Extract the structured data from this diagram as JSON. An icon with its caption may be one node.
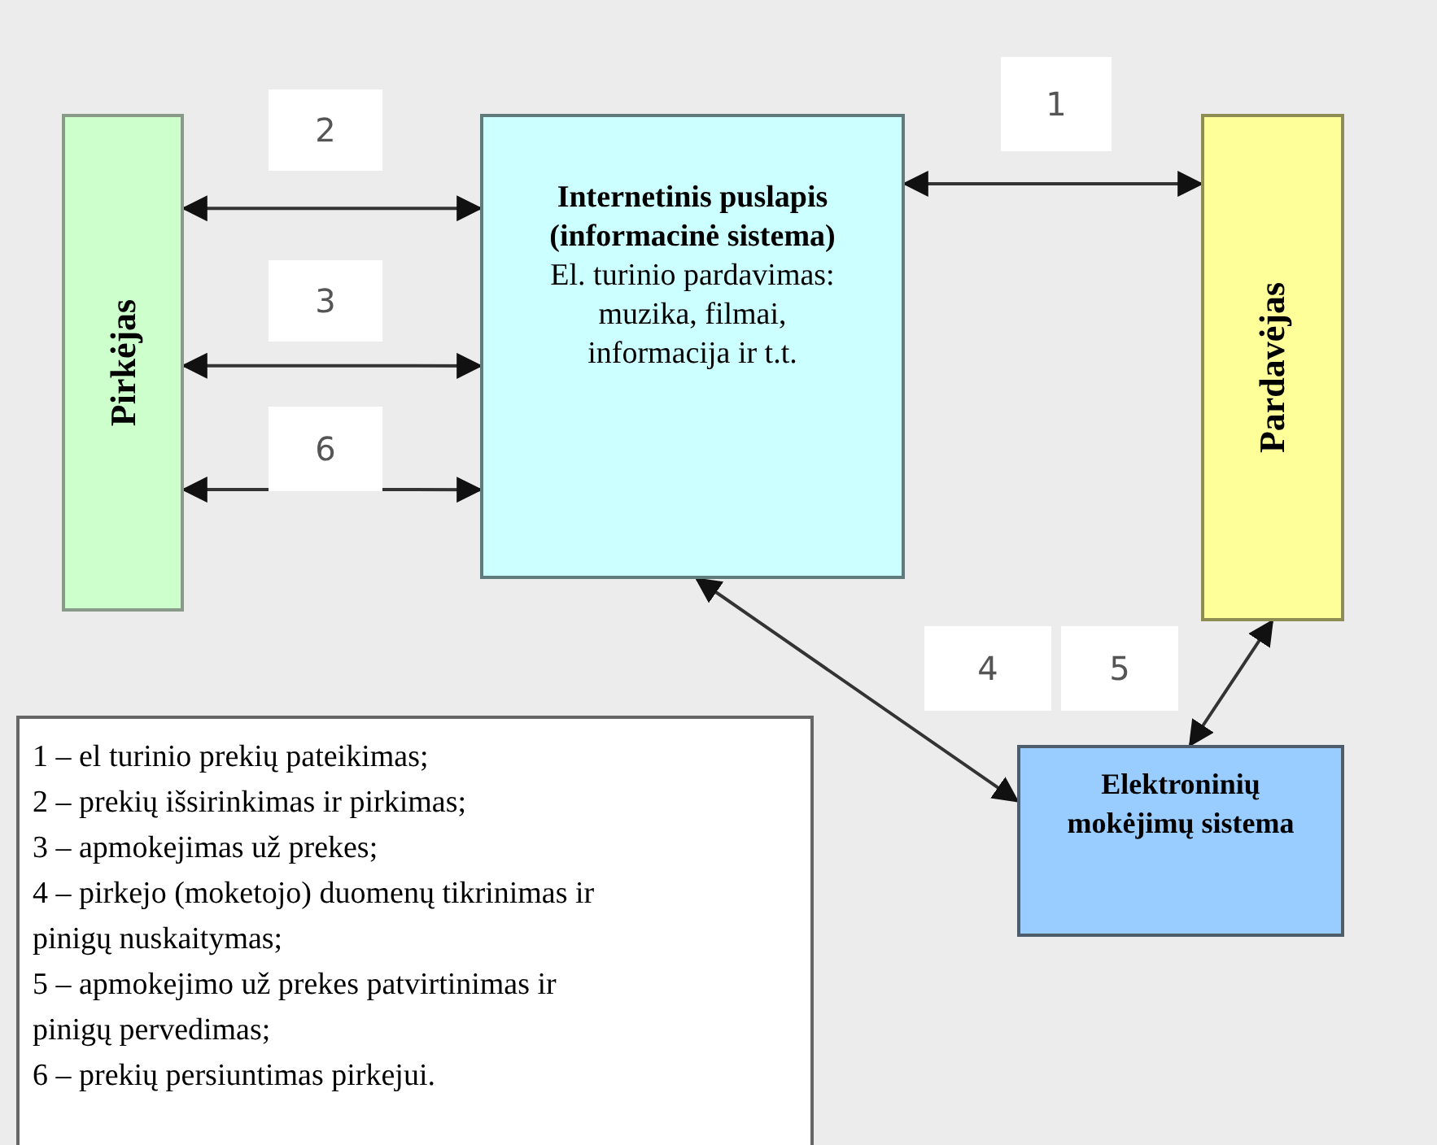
{
  "diagram": {
    "nodes": [
      {
        "text": [
          "Pirkėjas"
        ]
      },
      {
        "text": [
          "Internetinis puslapis (informacinė sistema)",
          "El. turinio pardavimas: muzika, filmai, informacija ir t.t."
        ]
      },
      {
        "text": [
          "Pardavėjas"
        ]
      },
      {
        "text": [
          "Elektroninių mokėjimų sistema"
        ]
      },
      {
        "text": [
          "1 – el turinio prekių pateikimas;",
          "2 – prekių išsirinkimas ir pirkimas;",
          "3 – apmokejimas už prekes;",
          "4 – pirkejo (moketojo) duomenų tikrinimas ir pinigų nuskaitymas;",
          "5 – apmokejimo už prekes patvirtinimas ir pinigų pervedimas;",
          "6 – prekių persiuntimas pirkejui."
        ]
      }
    ],
    "edges": [
      {
        "from": 0,
        "to": 1,
        "arrow": "both"
      },
      {
        "from": 0,
        "to": 1,
        "arrow": "both"
      },
      {
        "from": 0,
        "to": 1,
        "arrow": "both"
      },
      {
        "from": 1,
        "to": 2,
        "arrow": "both"
      },
      {
        "from": 1,
        "to": 3,
        "arrow": "both"
      },
      {
        "from": 2,
        "to": 3,
        "arrow": "both"
      }
    ],
    "labels": [
      "1",
      "2",
      "3",
      "6",
      "4",
      "5"
    ]
  }
}
